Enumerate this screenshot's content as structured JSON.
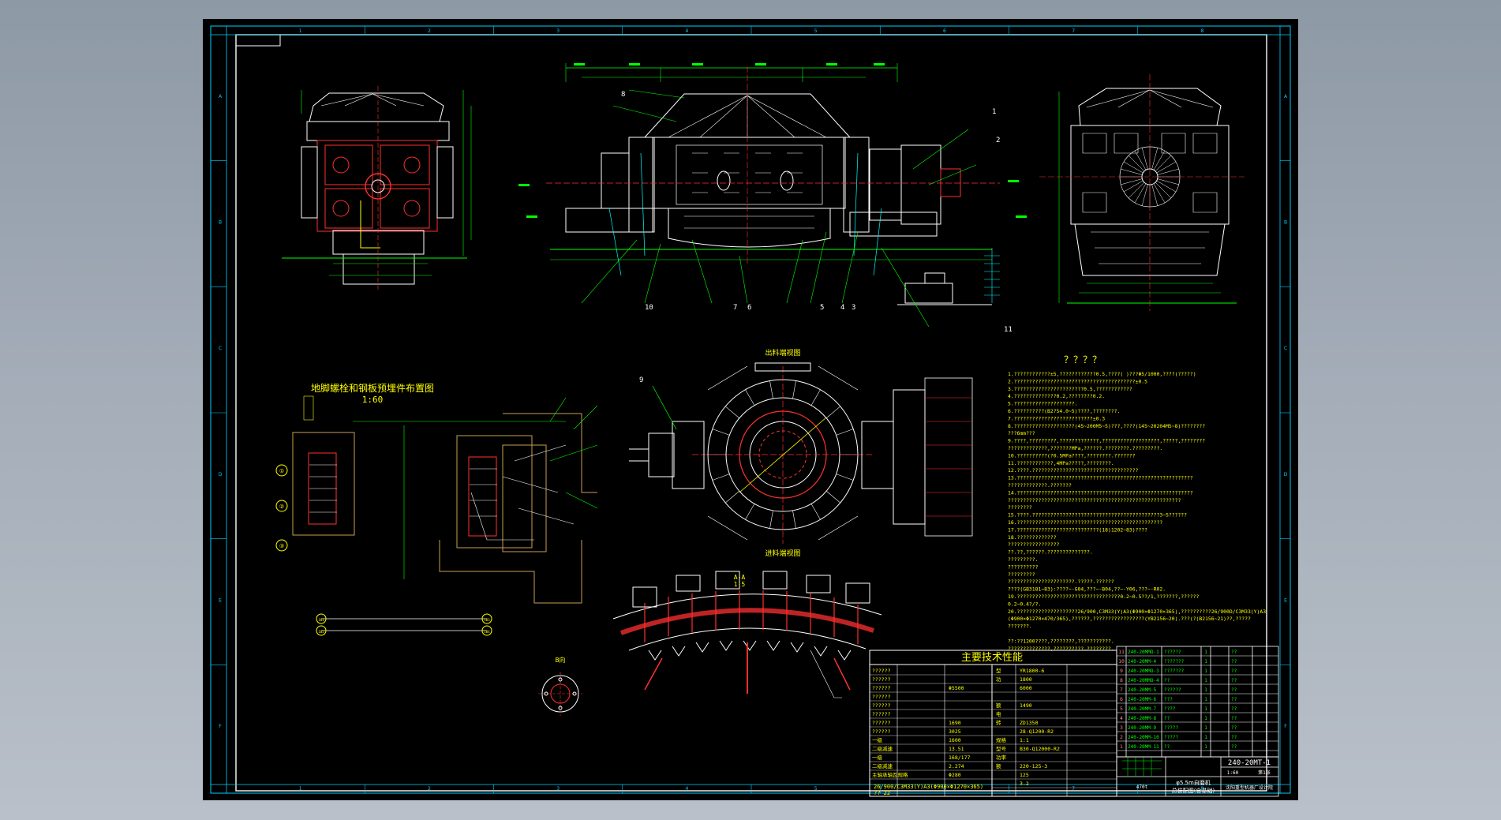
{
  "sheet": {
    "zone_cols": [
      "1",
      "2",
      "3",
      "4",
      "5",
      "6",
      "7",
      "8"
    ],
    "zone_rows": [
      "A",
      "B",
      "C",
      "D",
      "E",
      "F"
    ],
    "accent_colors": {
      "frame": "#ffffff",
      "green": "#00ff00",
      "yellow": "#ffff00",
      "cyan": "#00ffff",
      "red": "#ff0000",
      "magenta": "#ff00ff"
    }
  },
  "views": {
    "section_title": "地脚螺栓和钢板预埋件布置图",
    "section_scale": "1:60",
    "plan_top_label": "出料端视图",
    "plan_bottom_label": "进料端视图",
    "detail_label": "A-A",
    "detail_scale": "1:5",
    "detail_b_label": "B向",
    "callouts": [
      "1",
      "2",
      "3",
      "4",
      "5",
      "6",
      "7",
      "8",
      "9",
      "10",
      "11"
    ],
    "grid_markers": [
      "①",
      "②",
      "③"
    ],
    "marker_ids": [
      "101",
      "102",
      "103",
      "104"
    ]
  },
  "notes": {
    "title": "？？？？",
    "lines": [
      "1.????????????±5,????????????0.5,????(       )???Φ5/1000,????(?????)",
      "2.????????????????????????????????????????±0.5",
      "3.???????????????????????0.5,????????????",
      "4.??????????????0.2,????????0.2.",
      "5.????????????????????.",
      "6.??????????(B2?54.0~5)????,????????.",
      "7.??????????????????????????±0.3",
      "8.????????????????????(45~200M5~5)???,????(145~20204M5~8)????????",
      "  ???6mm???",
      "9.????,?????????,?????????????,???????????????????,?????,????????",
      "  ?????????????,???????MPa,??????.????????.?????????.",
      "10.??????????(?0.5MPa????,????????.???????",
      "11.????????????,4MPa?????,????????.",
      "12.????.???????????????????????????????????",
      "13.??????????????????????????????????????????????????????????",
      "   ?????????????.???????",
      "14.??????????????????????????????????????????????????????????",
      "   ?????????????????????????????????????????????????????????",
      "   ????????",
      "15.????.??????????????????????????????????????????3~5??????",
      "16.????????????????????????????????????????????????",
      "17.???????????????????????????(18)1202~83)????",
      "18.?????????????",
      "   ?????????????????",
      "   ??.??,??????.??????????????.",
      "   ?????????.",
      "   ??????????",
      "   ?????????",
      "   ??????????????????????.?????.??????",
      "   ????(GB3181~83):????~-G04,???~-B04,??~-Y06,???~-R02.",
      "19.??????????????????????????????????0.2~0.5??/1,???????,??????",
      "   0.2~0.4?/?.",
      "20.????????????????????26/900,C3M33(Y)A3(Φ900×Φ1270×365),??????????26/900D/C3M33(Y)A3",
      "   (Φ900×Φ1270×470/365),??????,?????????????????(YB2156~20).???(?(B2156~21)??,?????",
      "   ???????.",
      "",
      "??:??1200????,????????,???????????.",
      "   ??????????????,??????????.????????."
    ]
  },
  "performance_table": {
    "title": "主要技术性能",
    "left_rows": [
      {
        "label": "??????",
        "value": ""
      },
      {
        "label": "??????",
        "value": ""
      },
      {
        "label": "??????",
        "value": "Φ5500"
      },
      {
        "label": "??????",
        "value": ""
      },
      {
        "label": "??????",
        "value": ""
      },
      {
        "label": "??????",
        "value": ""
      },
      {
        "label": "??????",
        "value": "1690"
      },
      {
        "label": "??????",
        "value": "3025"
      },
      {
        "label": "一级",
        "value": "1600"
      },
      {
        "label": "二级减速",
        "value": "13.51"
      },
      {
        "label": "一级",
        "value": "168/177"
      },
      {
        "label": "二级减速",
        "value": "2.274"
      },
      {
        "label": "主轴承轴瓦规格",
        "value": "Φ280"
      }
    ],
    "right_rows": [
      {
        "label": "型",
        "value": "YR1800-6"
      },
      {
        "label": "功",
        "value": "1800"
      },
      {
        "label": "",
        "value": "6000"
      },
      {
        "label": "",
        "value": ""
      },
      {
        "label": "额",
        "value": "1490"
      },
      {
        "label": "电",
        "value": ""
      },
      {
        "label": "转",
        "value": "ZD1350"
      },
      {
        "label": "",
        "value": "28-Q1200-R2"
      },
      {
        "label": "规格",
        "value": "1:1"
      },
      {
        "label": "型号",
        "value": "B30-Q12000-R2"
      },
      {
        "label": "功率",
        "value": ""
      },
      {
        "label": "额",
        "value": "220-125-3"
      },
      {
        "label": "",
        "value": "125"
      },
      {
        "label": "",
        "value": "3.2"
      }
    ],
    "bottom_labels": [
      "??",
      "??",
      "??",
      "??",
      "??",
      "??"
    ],
    "bearing_note": "26/900/C3M33(Y)A3(Φ900×Φ1270×365)",
    "bearing_count": "?? 22"
  },
  "parts_list": [
    {
      "no": "11",
      "code": "240-20MMO-1",
      "name": "??????",
      "qty": "1",
      "note": "??"
    },
    {
      "no": "10",
      "code": "240-20MM-4",
      "name": "???????",
      "qty": "1",
      "note": "??"
    },
    {
      "no": "9",
      "code": "240-20MMO-3",
      "name": "???????",
      "qty": "1",
      "note": "??"
    },
    {
      "no": "8",
      "code": "240-20MMO-4",
      "name": "??",
      "qty": "1",
      "note": "??"
    },
    {
      "no": "7",
      "code": "240-20MM-5",
      "name": "??????",
      "qty": "1",
      "note": "??"
    },
    {
      "no": "6",
      "code": "240-20MM-6",
      "name": "???",
      "qty": "1",
      "note": "??"
    },
    {
      "no": "5",
      "code": "240-20MM-7",
      "name": "????",
      "qty": "1",
      "note": "??"
    },
    {
      "no": "4",
      "code": "240-20MM-8",
      "name": "??",
      "qty": "1",
      "note": "??"
    },
    {
      "no": "3",
      "code": "240-20MM-9",
      "name": "?????",
      "qty": "1",
      "note": "??"
    },
    {
      "no": "2",
      "code": "240-20MM-10",
      "name": "?????",
      "qty": "1",
      "note": "??"
    },
    {
      "no": "1",
      "code": "240-20MM-11",
      "name": "??",
      "qty": "1",
      "note": "??"
    }
  ],
  "title_block": {
    "drawing_no": "240-20MT-1",
    "title_line1": "φ5.5m自磨机",
    "title_line2": "总装配图(含基础)",
    "company": "沈阳重型机器厂设计院",
    "scale": "1:60",
    "sheet": "第1张",
    "mass": "470t"
  }
}
